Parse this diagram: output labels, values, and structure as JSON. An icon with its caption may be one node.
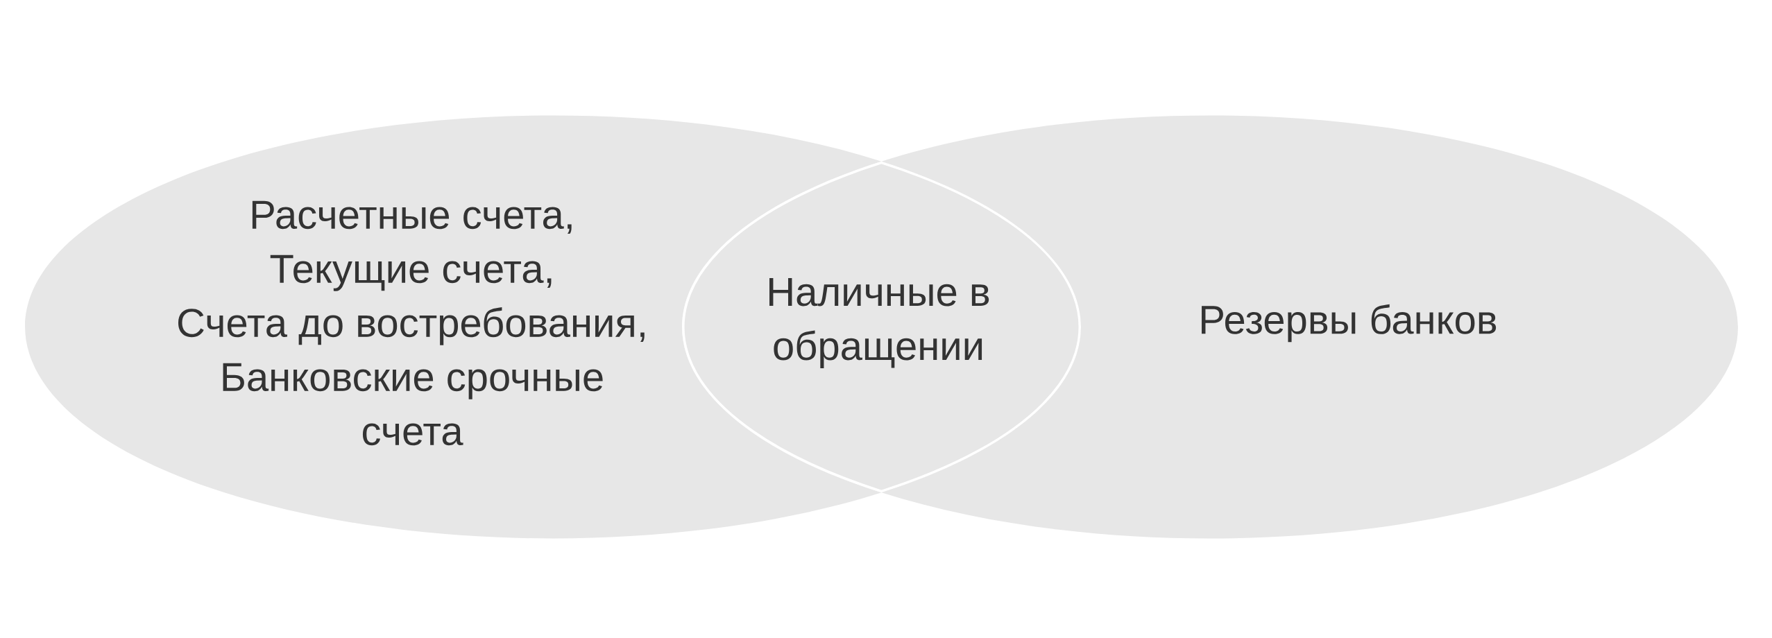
{
  "diagram": {
    "nodes": [
      {
        "text": [
          "Расчетные счета,",
          "Текущие счета,",
          "Счета до востребования,",
          "Банковские срочные счета"
        ]
      },
      {
        "text": [
          "Наличные в обращении"
        ]
      },
      {
        "text": [
          "Резервы банков"
        ]
      }
    ]
  }
}
